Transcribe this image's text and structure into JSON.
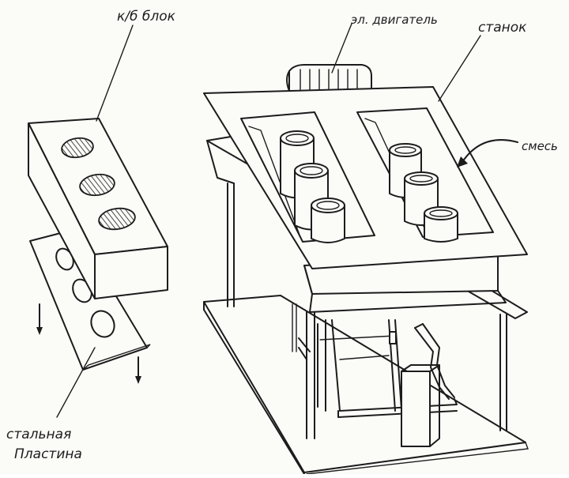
{
  "labels": {
    "block": "к/б блок",
    "motor": "эл. двигатель",
    "machine": "станок",
    "mix": "смесь",
    "plate_line1": "стальная",
    "plate_line2": "Пластина"
  },
  "colors": {
    "ink": "#1c1c1c",
    "paper": "#fbfbf8"
  }
}
